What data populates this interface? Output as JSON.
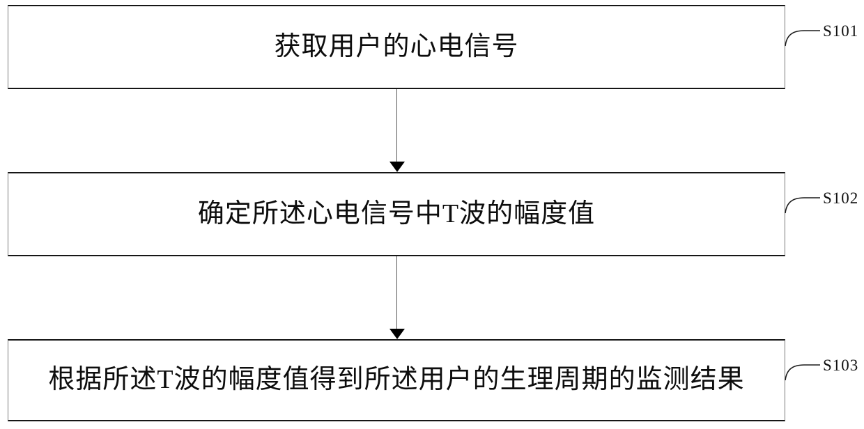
{
  "figure": {
    "type": "flowchart",
    "steps": [
      {
        "label": "S101",
        "text": "获取用户的心电信号"
      },
      {
        "label": "S102",
        "text": "确定所述心电信号中T波的幅度值"
      },
      {
        "label": "S103",
        "text": "根据所述T波的幅度值得到所述用户的生理周期的监测结果"
      }
    ]
  },
  "colors": {
    "background": "#ffffff",
    "box_border": "#161616",
    "text": "#0d0d0d",
    "arrow": "#000000",
    "leader_line": "#1a1a1a"
  }
}
